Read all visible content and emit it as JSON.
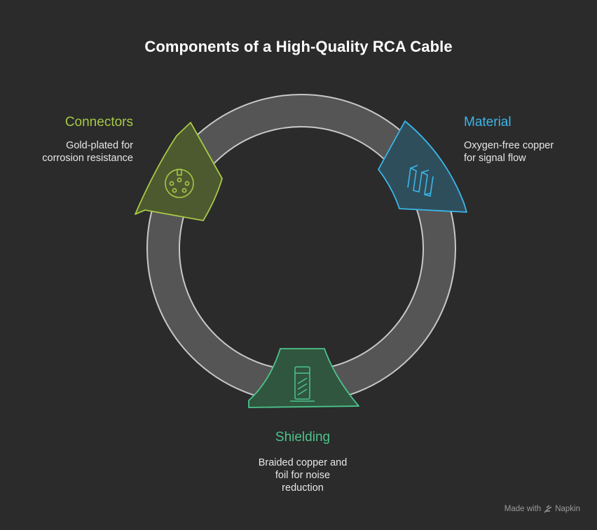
{
  "title": "Components of a High-Quality RCA Cable",
  "components": {
    "connectors": {
      "title": "Connectors",
      "desc_lines": [
        "Gold-plated for",
        "corrosion resistance"
      ],
      "icon": "din-connector-icon",
      "color": "#a6c947"
    },
    "material": {
      "title": "Material",
      "desc_lines": [
        "Oxygen-free copper",
        "for signal flow"
      ],
      "icon": "coil-wire-icon",
      "color": "#3bb6e8"
    },
    "shielding": {
      "title": "Shielding",
      "desc_lines": [
        "Braided copper and",
        "foil for noise",
        "reduction"
      ],
      "icon": "braided-shield-icon",
      "color": "#4cc38a"
    }
  },
  "watermark": {
    "prefix": "Made with",
    "brand": "Napkin",
    "icon": "napkin-logo-icon"
  }
}
